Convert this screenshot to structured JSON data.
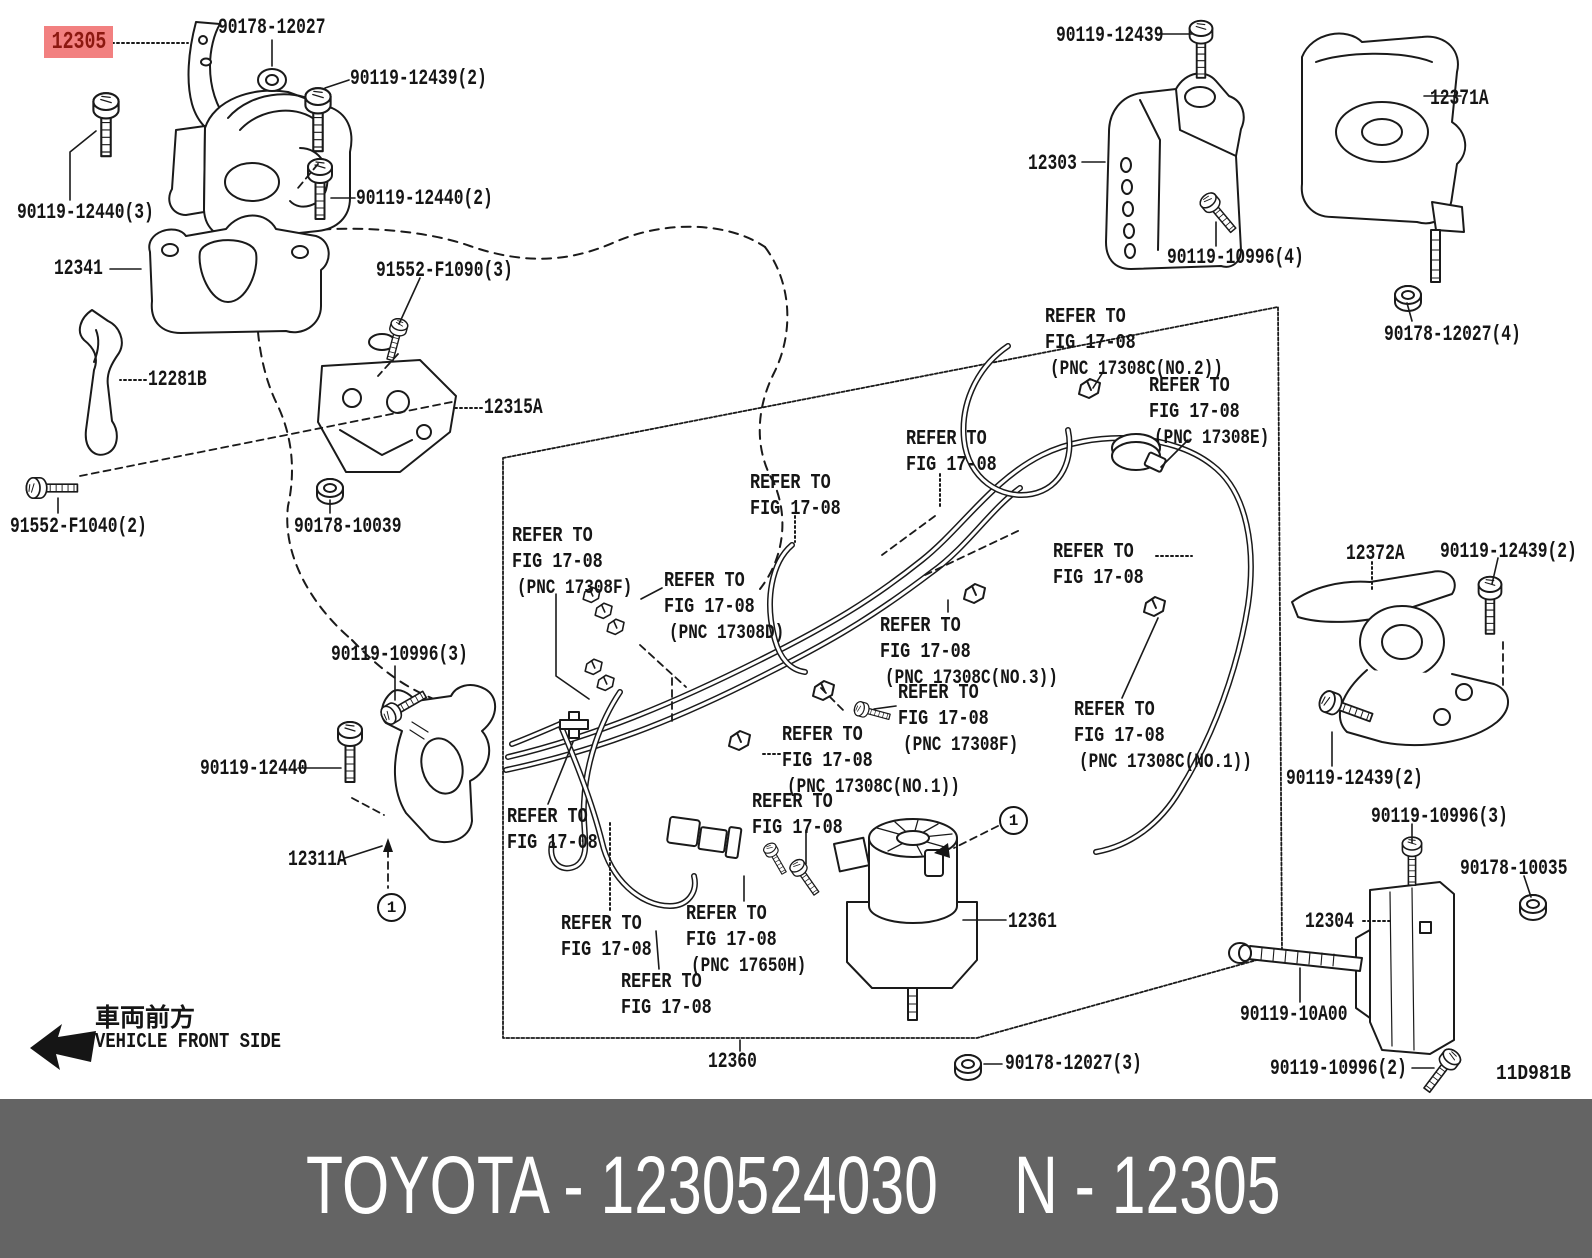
{
  "doc": {
    "code": "11D981B"
  },
  "banner": {
    "left": "TOYOTA - 1230524030",
    "right": "N - 12305",
    "bg": "#646464",
    "fg": "#ffffff"
  },
  "front": {
    "jp": "車両前方",
    "en": "VEHICLE FRONT SIDE"
  },
  "refer": {
    "line1": "REFER TO",
    "line2": "FIG 17-08"
  },
  "pnc": {
    "c2": "(PNC 17308C(NO.2))",
    "e": "(PNC 17308E)",
    "f": "(PNC 17308F)",
    "d": "(PNC 17308D)",
    "c3": "(PNC 17308C(NO.3))",
    "c1": "(PNC 17308C(NO.1))",
    "h": "(PNC 17650H)"
  },
  "callout": {
    "n1": "1"
  },
  "colors": {
    "highlight_bg": "#f28080",
    "highlight_fg": "#8c1810",
    "line": "#1a1a1a"
  },
  "parts": {
    "p12305": "12305",
    "p90178_12027": "90178-12027",
    "p90119_12439_2": "90119-12439(2)",
    "p90119_12440_3": "90119-12440(3)",
    "p90119_12440_2": "90119-12440(2)",
    "p12341": "12341",
    "p91552_F1090_3": "91552-F1090(3)",
    "p12281B": "12281B",
    "p12315A": "12315A",
    "p91552_F1040_2": "91552-F1040(2)",
    "p90178_10039": "90178-10039",
    "p90119_10996_3": "90119-10996(3)",
    "p90119_12440": "90119-12440",
    "p12311A": "12311A",
    "p90119_12439": "90119-12439",
    "p12303": "12303",
    "p12371A": "12371A",
    "p90119_10996_4": "90119-10996(4)",
    "p90178_12027_4": "90178-12027(4)",
    "p12372A": "12372A",
    "p90178_10035": "90178-10035",
    "p12304": "12304",
    "p90119_10A00": "90119-10A00",
    "p90119_10996_2": "90119-10996(2)",
    "p12361": "12361",
    "p12360": "12360",
    "p90178_12027_3": "90178-12027(3)"
  }
}
